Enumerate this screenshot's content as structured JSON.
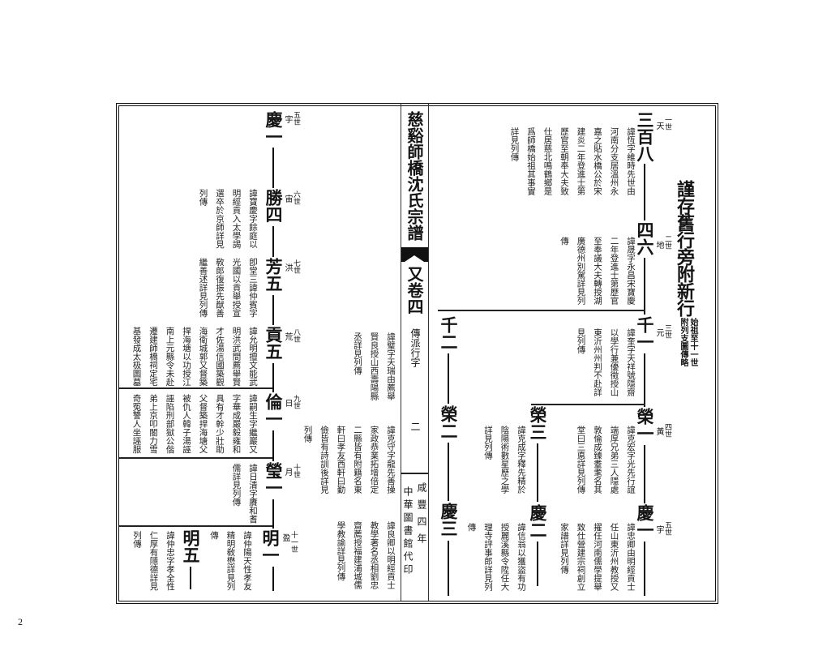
{
  "page_number": "2",
  "spine": {
    "title": "慈谿師橋沈氏宗譜",
    "volume": "又卷四",
    "section": "傳派行字",
    "leaf": "二",
    "date": "咸豐四年",
    "printer": "中華圖書館代印"
  },
  "right_page": {
    "heading": "謹存舊行旁附新行",
    "subheading_1": "始祖至十一世",
    "subheading_2": "附列支圖傳略",
    "generations": [
      {
        "label": "一世",
        "char": "天",
        "name": "三百八",
        "note": "諱恆字維時先世由\n河南分支居溫州永\n嘉之貼水橋公於宋\n建炎二年登進士第\n歷官至朝奉大夫致\n仕居慈北鳴鶴鄉是\n爲師橋始祖其事實\n詳見列傳"
      },
      {
        "label": "二世",
        "char": "地",
        "name": "四六",
        "note": "諱晟字永昌宋寶慶\n二年登進士第歷官\n至奉議大夫轉授湖\n廣德州別駕詳見列\n傳"
      },
      {
        "label": "三世",
        "char": "元",
        "name": "千一",
        "note": "諱奎字天祥號隱齋\n以學行兼優徵授山\n東沂州州判不赴詳\n見列傳"
      },
      {
        "label": "四世",
        "char": "黃",
        "name": "榮一",
        "note": "諱克宏字光先行誼\n端厚兄弟三人隱處\n敦倫成臻耋耄名其\n堂曰三悳詳見列傳"
      },
      {
        "label": "五世",
        "char": "宇",
        "name": "慶一",
        "note": "諱忠卿由明經貢士\n任山東沂州教授又\n擢任河南儒學提舉\n致仕營建宗祠創立\n家譜詳見列傳"
      }
    ],
    "branches": [
      {
        "name": "榮三",
        "note": "諱克成字釋先精於\n陰陽術數星歷之學\n詳見列傳"
      },
      {
        "name": "慶二",
        "note": "諱信翁以獲盜有功\n授麗溪縣令陞任大\n理寺評事郎詳見列\n傳"
      },
      {
        "name": "千二",
        "note": "諱璧字天瑞由薦舉\n賢良授山西壽陽縣\n丞詳見列傳"
      },
      {
        "name": "榮二",
        "note": "諱克守字龍先善操\n家政恭業拓增倍定\n二縣皆有附籍名東\n軒曰孝友西軒曰勤\n儉皆有詩訓後詳見\n列傳"
      },
      {
        "name": "慶三",
        "note": "諱良卿以明經貢士\n教學著名丞相劉忠\n齋薦授福建浦城儒\n學教諭詳見列傳"
      }
    ]
  },
  "left_page": {
    "generations": [
      {
        "label": "五世",
        "char": "宇",
        "name": "慶一",
        "note": ""
      },
      {
        "label": "六世",
        "char": "宙",
        "name": "勝四",
        "note": "諱寶慶字餘庭以\n明經貢入太學謁\n選卒於京師詳見\n列傳"
      },
      {
        "label": "七世",
        "char": "洪",
        "name": "芳五",
        "note": "卽堂三諱仲賓字\n光國以貢舉授宣\n敎郎復振先猷善\n繼善述詳見列傳"
      },
      {
        "label": "八世",
        "char": "荒",
        "name": "貢五",
        "note": "諱允明擅文能武\n明洪武間薦舉賢\n才佐湯信國築觀\n海衛城郭又督築\n捍海塘以功授江\n南上元縣令未赴\n遷建師橋祠定宅\n基發成太极圖墓"
      },
      {
        "label": "九世",
        "char": "日",
        "name": "倫一",
        "note": "諱嗣生字繼巖又\n字華成嚴毅雍和\n具有才幹少壯助\n父督築捍海塘父\n被仇人韓子湯誣\n誣陷刑部獄公偕\n弟上京叩閽力雪\n奇冤讐人坐誣服"
      },
      {
        "label": "十世",
        "char": "月",
        "name": "瑩一",
        "note": "諱日清字賡和耆\n儒詳見列傳"
      },
      {
        "label": "十一世",
        "char": "盈",
        "name": "明一",
        "note": "諱仲陽天性孝友\n精明敎懋詳見列\n傳"
      }
    ],
    "branches": [
      {
        "name": "明五",
        "note": "諱仲忠字孝全性\n仁厚有隱德詳見\n列傳"
      }
    ]
  }
}
